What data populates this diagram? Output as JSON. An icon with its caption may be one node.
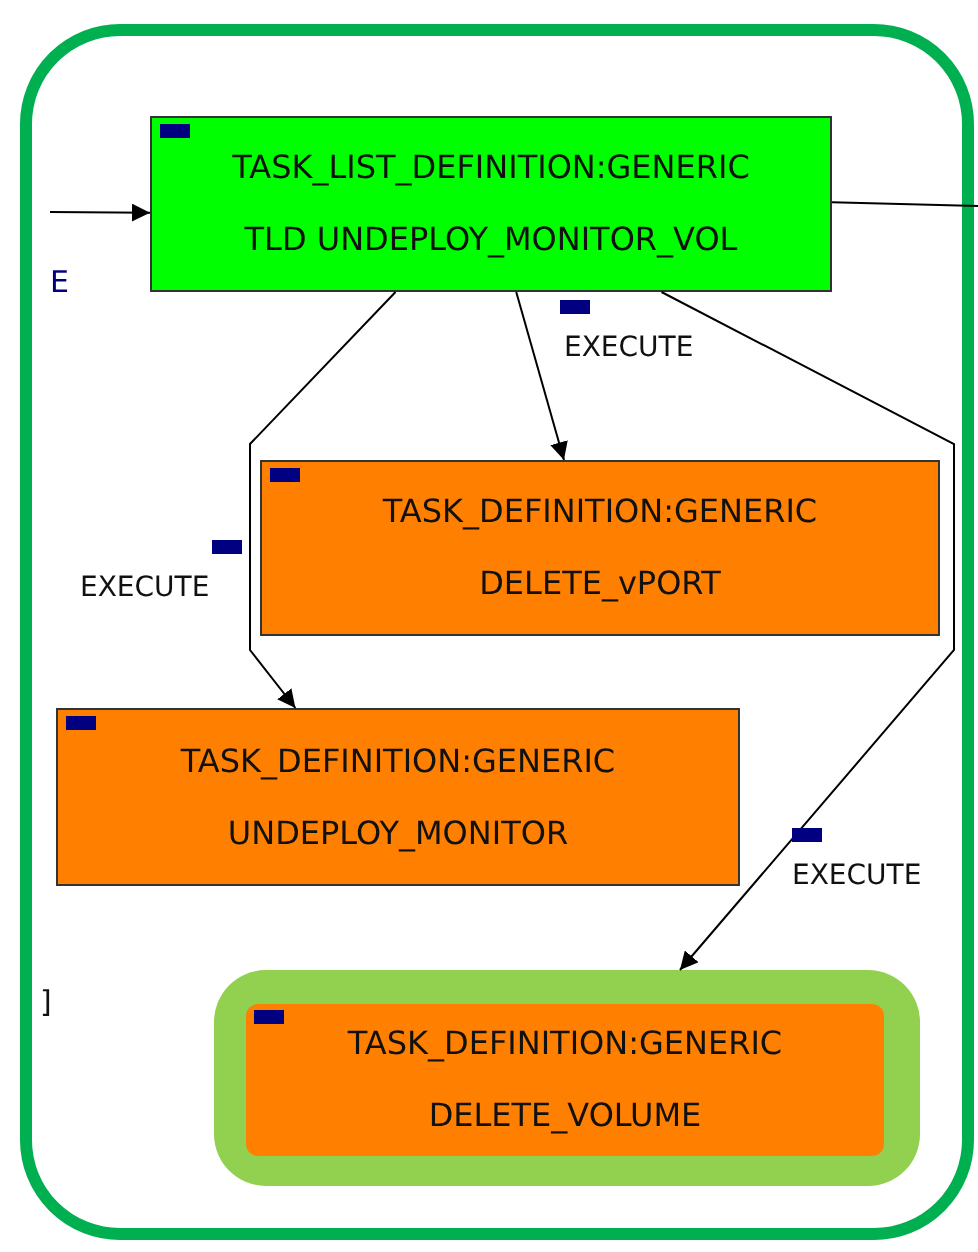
{
  "diagram": {
    "nodes": [
      {
        "text": [],
        "shape": "box"
      },
      {
        "text": [
          "TASK_LIST_DEFINITION:GENERIC",
          "TLD UNDEPLOY_MONITOR_VOL"
        ],
        "in": 0
      },
      {
        "text": [
          "TASK_DEFINITION:GENERIC",
          "DELETE_vPORT"
        ],
        "in": 0
      },
      {
        "text": [
          "TASK_DEFINITION:GENERIC",
          "UNDEPLOY_MONITOR"
        ],
        "in": 0
      },
      {
        "text": [],
        "shape": "box",
        "in": 0
      },
      {
        "text": [
          "TASK_DEFINITION:GENERIC",
          "DELETE_VOLUME"
        ],
        "in": 4
      }
    ],
    "edges": [
      {
        "from": null,
        "to": 1,
        "arrow": "to"
      },
      {
        "from": 1,
        "to": null,
        "arrow": "none"
      },
      {
        "from": 1,
        "to": 2,
        "arrow": "to",
        "label": "EXECUTE"
      },
      {
        "from": 1,
        "to": 3,
        "arrow": "to",
        "label": "EXECUTE"
      },
      {
        "from": 1,
        "to": 4,
        "arrow": "to",
        "label": "EXECUTE"
      }
    ],
    "labels": [
      "E",
      "]"
    ]
  }
}
